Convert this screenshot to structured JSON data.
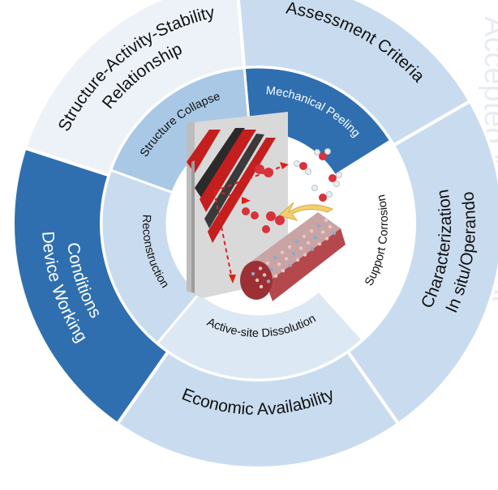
{
  "watermark": "Accepted Manuscript",
  "outer_segments": [
    {
      "id": "assessment-criteria",
      "lines": [
        "Assessment Criteria"
      ],
      "fill": "#c9dcef",
      "text_color": "#111111"
    },
    {
      "id": "in-situ-operando",
      "lines": [
        "In situ/Operando",
        "Characterization"
      ],
      "fill": "#c9dcef",
      "text_color": "#111111"
    },
    {
      "id": "economic-availability",
      "lines": [
        "Economic Availability"
      ],
      "fill": "#c9dcef",
      "text_color": "#111111"
    },
    {
      "id": "device-working-conditions",
      "lines": [
        "Device Working",
        "Conditions"
      ],
      "fill": "#2f6fb0",
      "text_color": "#ffffff"
    },
    {
      "id": "structure-activity-stability",
      "lines": [
        "Structure-Activity-Stability",
        "Relationship"
      ],
      "fill": "#edf2f9",
      "text_color": "#111111"
    }
  ],
  "inner_segments": [
    {
      "id": "mechanical-peeling",
      "label": "Mechanical Peeling",
      "fill": "#2f6fb0",
      "text_color": "#ffffff"
    },
    {
      "id": "support-corrosion",
      "label": "Support Corrosion",
      "fill": "#ffffff",
      "text_color": "#111111"
    },
    {
      "id": "active-site-dissolution",
      "label": "Active-site Dissolution",
      "fill": "#dce8f4",
      "text_color": "#111111"
    },
    {
      "id": "reconstruction",
      "label": "Reconstruction",
      "fill": "#c9dcef",
      "text_color": "#111111"
    },
    {
      "id": "structure-collapse",
      "label": "Structure Collapse",
      "fill": "#a9c8e6",
      "text_color": "#111111"
    }
  ],
  "colors": {
    "center_background": "#ffffff",
    "electrode_red": "#c41e1e",
    "electrode_grey": "#dcdcdc",
    "arrow_red": "#e0201a",
    "oxygen_red": "#d8323a",
    "hydrogen_white": "#e9eef3"
  }
}
